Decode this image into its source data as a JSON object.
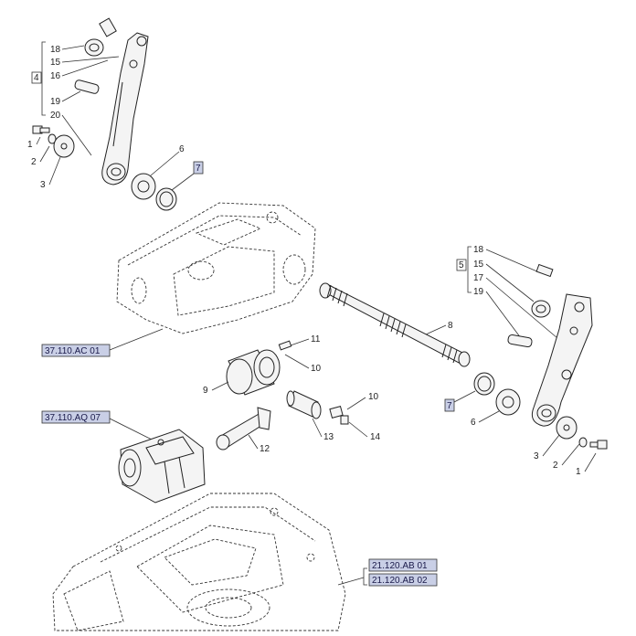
{
  "callouts_left": {
    "group": "4",
    "items": [
      "18",
      "15",
      "16",
      "19",
      "20",
      "1",
      "2",
      "3",
      "6",
      "7"
    ]
  },
  "callouts_right": {
    "group": "5",
    "items": [
      "18",
      "15",
      "17",
      "19",
      "3",
      "2",
      "1",
      "6",
      "7"
    ]
  },
  "callouts_center": [
    "8",
    "11",
    "10",
    "9",
    "10",
    "13",
    "14",
    "12"
  ],
  "references": {
    "housing": "37.110.AC 01",
    "valve": "37.110.AQ 07",
    "case_1": "21.120.AB 01",
    "case_2": "21.120.AB 02"
  },
  "highlight_color": "#c9cfe6"
}
